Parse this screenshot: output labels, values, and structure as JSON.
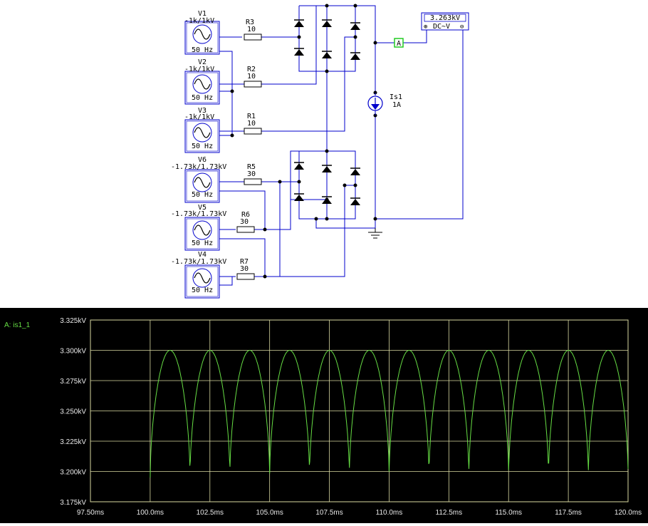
{
  "sources": [
    {
      "name": "V1",
      "amp": "-1k/1kV",
      "freq": "50 Hz"
    },
    {
      "name": "V2",
      "amp": "-1k/1kV",
      "freq": "50 Hz"
    },
    {
      "name": "V3",
      "amp": "-1k/1kV",
      "freq": "50 Hz"
    },
    {
      "name": "V6",
      "amp": "-1.73k/1.73kV",
      "freq": "50 Hz"
    },
    {
      "name": "V5",
      "amp": "-1.73k/1.73kV",
      "freq": "50 Hz"
    },
    {
      "name": "V4",
      "amp": "-1.73k/1.73kV",
      "freq": "50 Hz"
    }
  ],
  "resistors": [
    {
      "name": "R3",
      "value": "10"
    },
    {
      "name": "R2",
      "value": "10"
    },
    {
      "name": "R1",
      "value": "10"
    },
    {
      "name": "R5",
      "value": "30"
    },
    {
      "name": "R6",
      "value": "30"
    },
    {
      "name": "R7",
      "value": "30"
    }
  ],
  "current_source": {
    "name": "Is1",
    "value": "1A"
  },
  "meter": {
    "reading": "3.263kV",
    "mode": "DC~V",
    "plus": "⊕",
    "minus": "⊖"
  },
  "probe": {
    "label": "A"
  },
  "colors": {
    "wire": "#0000cc",
    "trace": "#66dd44",
    "grid": "#d8d8a0",
    "probe_box": "#22cc22"
  },
  "chart_data": {
    "type": "line",
    "series": [
      {
        "name": "A: is1_1"
      }
    ],
    "x_ticks": [
      "97.50ms",
      "100.0ms",
      "102.5ms",
      "105.0ms",
      "107.5ms",
      "110.0ms",
      "112.5ms",
      "115.0ms",
      "117.5ms",
      "120.0ms"
    ],
    "y_ticks": [
      "3.325kV",
      "3.300kV",
      "3.275kV",
      "3.250kV",
      "3.225kV",
      "3.200kV",
      "3.175kV"
    ],
    "xlim_ms": [
      97.5,
      120.0
    ],
    "ylim_kV": [
      3.175,
      3.325
    ],
    "waveform": {
      "shape": "rectified-12-pulse",
      "period_ms": 1.667,
      "start_ms": 100.0,
      "end_ms": 120.0,
      "max_kV": 3.3,
      "min_kV": 3.195
    },
    "grid": true
  }
}
